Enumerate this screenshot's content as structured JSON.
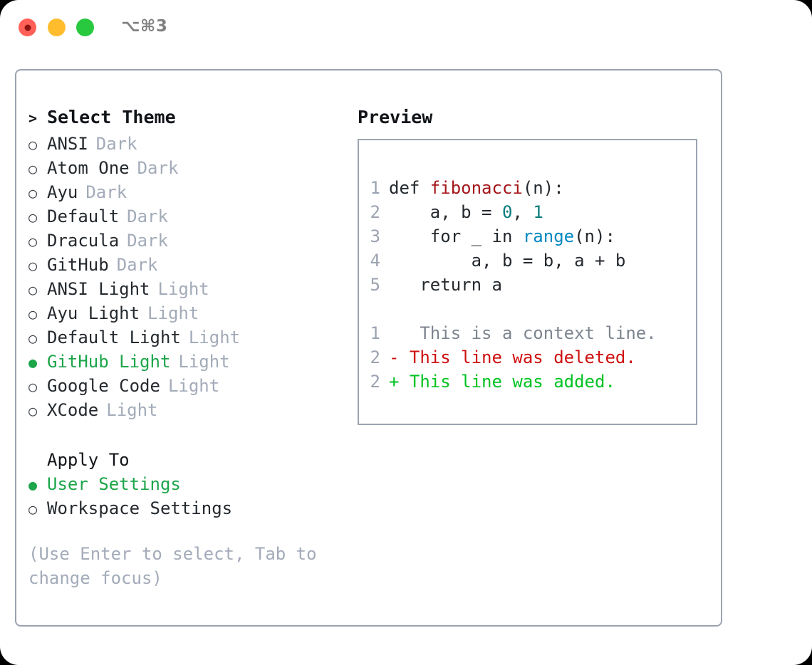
{
  "window": {
    "shortcut": "⌥⌘3",
    "traffic_lights": [
      "close-button",
      "minimize-button",
      "maximize-button"
    ],
    "accent_selected": "#1da54a",
    "border_color": "#9ba3b0"
  },
  "theme_panel": {
    "header_marker": ">",
    "header_label": "Select Theme",
    "marker_unselected": "○",
    "marker_selected": "●",
    "items": [
      {
        "marker": "○",
        "label": "ANSI",
        "tag": "Dark",
        "selected": false
      },
      {
        "marker": "○",
        "label": "Atom One",
        "tag": "Dark",
        "selected": false
      },
      {
        "marker": "○",
        "label": "Ayu",
        "tag": "Dark",
        "selected": false
      },
      {
        "marker": "○",
        "label": "Default",
        "tag": "Dark",
        "selected": false
      },
      {
        "marker": "○",
        "label": "Dracula",
        "tag": "Dark",
        "selected": false
      },
      {
        "marker": "○",
        "label": "GitHub",
        "tag": "Dark",
        "selected": false
      },
      {
        "marker": "○",
        "label": "ANSI Light",
        "tag": "Light",
        "selected": false
      },
      {
        "marker": "○",
        "label": "Ayu Light",
        "tag": "Light",
        "selected": false
      },
      {
        "marker": "○",
        "label": "Default Light",
        "tag": "Light",
        "selected": false
      },
      {
        "marker": "●",
        "label": "GitHub Light",
        "tag": "Light",
        "selected": true
      },
      {
        "marker": "○",
        "label": "Google Code",
        "tag": "Light",
        "selected": false
      },
      {
        "marker": "○",
        "label": "XCode",
        "tag": "Light",
        "selected": false
      }
    ]
  },
  "apply_to": {
    "header_label": "Apply To",
    "items": [
      {
        "marker": "●",
        "label": "User Settings",
        "selected": true
      },
      {
        "marker": "○",
        "label": "Workspace Settings",
        "selected": false
      }
    ]
  },
  "hint": "(Use Enter to select, Tab to change focus)",
  "preview": {
    "heading": "Preview",
    "code_lines": [
      {
        "no": "1",
        "segments": [
          {
            "text": "def ",
            "type": "plain"
          },
          {
            "text": "fibonacci",
            "type": "fn"
          },
          {
            "text": "(n):",
            "type": "plain"
          }
        ]
      },
      {
        "no": "2",
        "segments": [
          {
            "text": "    a, b = ",
            "type": "plain"
          },
          {
            "text": "0",
            "type": "num"
          },
          {
            "text": ", ",
            "type": "plain"
          },
          {
            "text": "1",
            "type": "num"
          }
        ]
      },
      {
        "no": "3",
        "segments": [
          {
            "text": "    for _ in ",
            "type": "plain"
          },
          {
            "text": "range",
            "type": "builtin"
          },
          {
            "text": "(n):",
            "type": "plain"
          }
        ]
      },
      {
        "no": "4",
        "segments": [
          {
            "text": "        a, b = b, a + b",
            "type": "plain"
          }
        ]
      },
      {
        "no": "5",
        "segments": [
          {
            "text": "   return a",
            "type": "plain"
          }
        ]
      }
    ],
    "diff_lines": [
      {
        "no": "1",
        "sign": " ",
        "text": "  This is a context line.",
        "kind": "context"
      },
      {
        "no": "2",
        "sign": "-",
        "text": " This line was deleted.",
        "kind": "deleted"
      },
      {
        "no": "2",
        "sign": "+",
        "text": " This line was added.",
        "kind": "added"
      }
    ]
  }
}
